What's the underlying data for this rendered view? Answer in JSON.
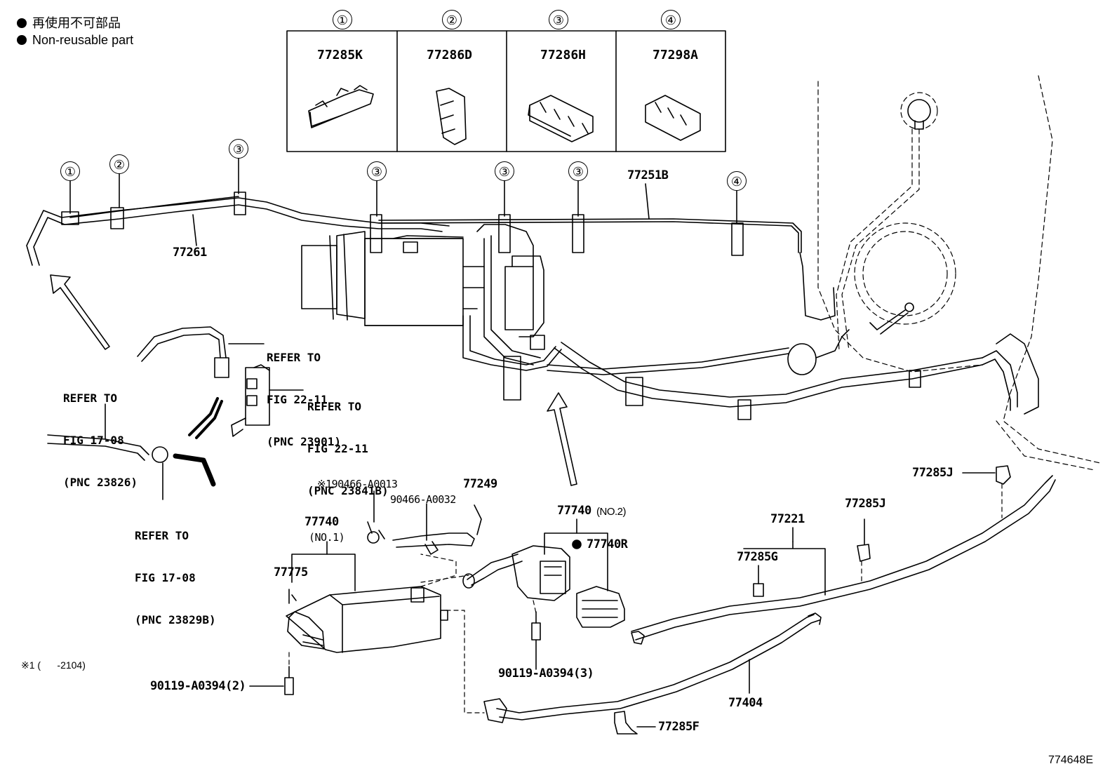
{
  "legend": {
    "jp": "再使用不可部品",
    "en": "Non-reusable part"
  },
  "clip_table": [
    {
      "index": "①",
      "part": "77285K"
    },
    {
      "index": "②",
      "part": "77286D"
    },
    {
      "index": "③",
      "part": "77286H"
    },
    {
      "index": "④",
      "part": "77298A"
    }
  ],
  "callouts": {
    "c1": "①",
    "c2": "②",
    "c3a": "③",
    "c3b": "③",
    "c3c": "③",
    "c3d": "③",
    "c4": "④"
  },
  "parts": {
    "p77261": "77261",
    "p77251B": "77251B",
    "p77249": "77249",
    "p190466": "※190466-A0013",
    "p90466": "90466-A0032",
    "p77740_no1": "77740",
    "p77740_no1_sub": "(NO.1)",
    "p77740_no2": "77740",
    "p77740_no2_sub": "(NO.2)",
    "p77740R": "77740R",
    "p77775": "77775",
    "p90119_2": "90119-A0394(2)",
    "p90119_3": "90119-A0394(3)",
    "p77221": "77221",
    "p77285G": "77285G",
    "p77285J_a": "77285J",
    "p77285J_b": "77285J",
    "p77404": "77404",
    "p77285F": "77285F"
  },
  "refs": {
    "r1": [
      "REFER TO",
      "FIG 22-11",
      "(PNC 23901)"
    ],
    "r2": [
      "REFER TO",
      "FIG 22-11",
      "(PNC 23841B)"
    ],
    "r3": [
      "REFER TO",
      "FIG 17-08",
      "(PNC 23826)"
    ],
    "r4": [
      "REFER TO",
      "FIG 17-08",
      "(PNC 23829B)"
    ]
  },
  "footnote": "※1 (      -2104)",
  "figure_id": "774648E"
}
